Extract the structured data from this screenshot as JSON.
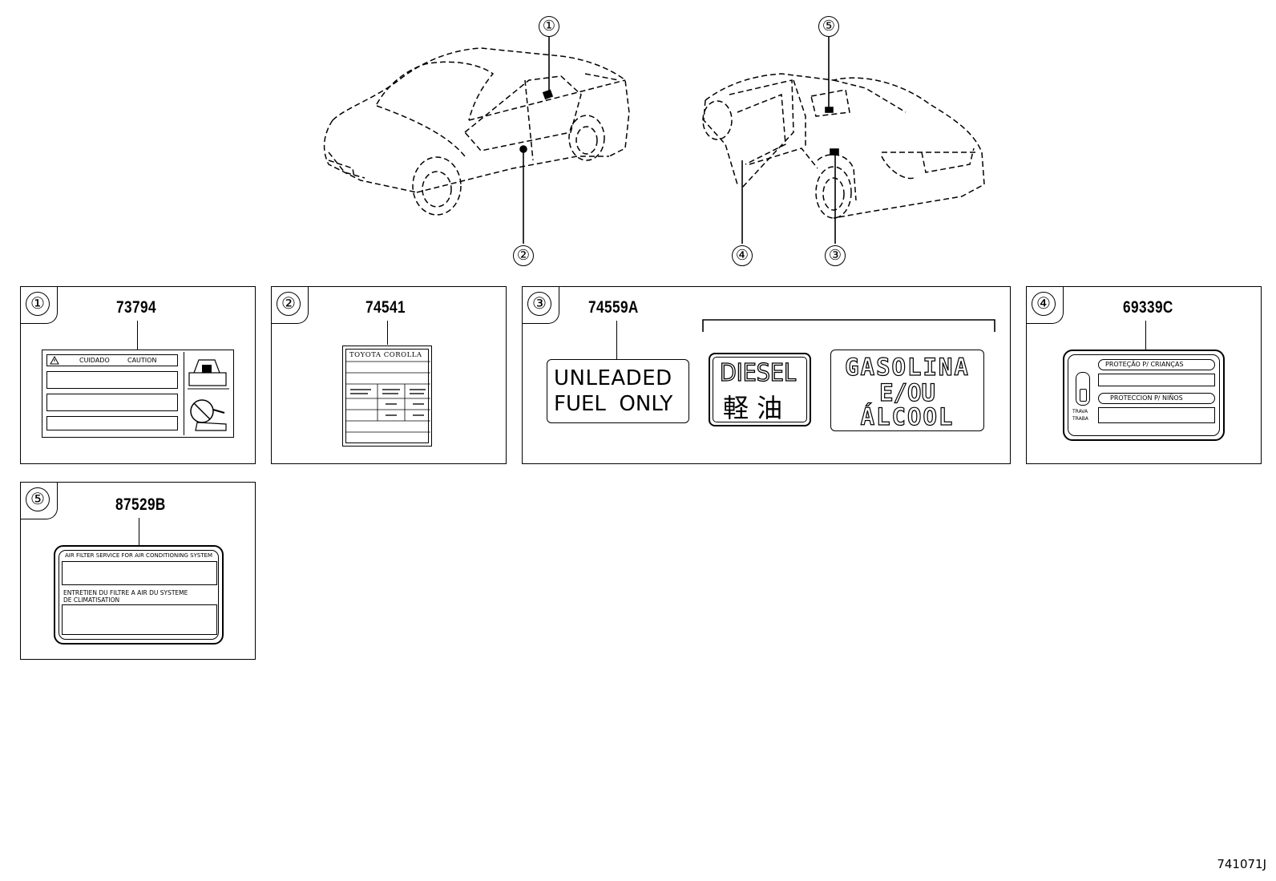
{
  "callouts": [
    "①",
    "②",
    "③",
    "④",
    "⑤"
  ],
  "panels": [
    {
      "num": "①",
      "part_no": "73794",
      "texts": {
        "cuidado": "CUIDADO",
        "caution": "CAUTION"
      }
    },
    {
      "num": "②",
      "part_no": "74541",
      "texts": {
        "header": "TOYOTA COROLLA"
      }
    },
    {
      "num": "③",
      "part_no": "74559A",
      "texts": {
        "unleaded_l1": "UNLEADED",
        "unleaded_l2": "FUEL  ONLY",
        "diesel": "DIESEL",
        "diesel_jp": "軽 油",
        "gas_l1": "GASOLINA",
        "gas_l2": "E/OU",
        "gas_l3": "ÁLCOOL"
      }
    },
    {
      "num": "④",
      "part_no": "69339C",
      "texts": {
        "pt": "PROTEÇÃO P/ CRIANÇAS",
        "es": "PROTECCION P/ NIÑOS",
        "trava": "TRAVA",
        "traba": "TRABA"
      }
    },
    {
      "num": "⑤",
      "part_no": "87529B",
      "texts": {
        "en": "AIR FILTER SERVICE FOR AIR CONDITIONING SYSTEM",
        "fr_l1": "ENTRETIEN DU FILTRE A AIR DU SYSTEME",
        "fr_l2": "DE CLIMATISATION"
      }
    }
  ],
  "diagram_id": "741071J"
}
